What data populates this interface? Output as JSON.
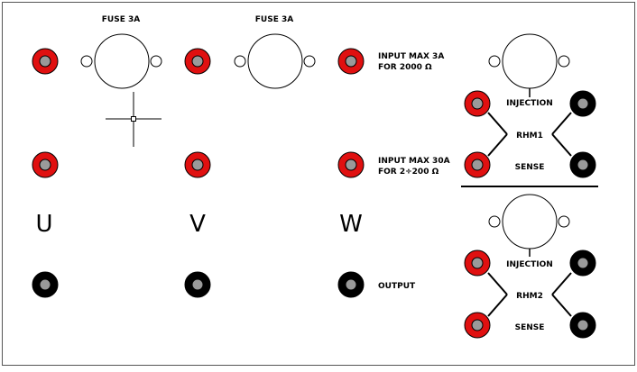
{
  "fuse_label_1": "FUSE 3A",
  "fuse_label_2": "FUSE 3A",
  "input_3a": {
    "line1": "INPUT MAX 3A",
    "line2": "FOR 2000 Ω"
  },
  "input_30a": {
    "line1": "INPUT MAX 30A",
    "line2": "FOR 2÷200 Ω"
  },
  "phases": {
    "u": "U",
    "v": "V",
    "w": "W"
  },
  "output_label": "OUTPUT",
  "rhm1": {
    "injection": "INJECTION",
    "name": "RHM1",
    "sense": "SENSE"
  },
  "rhm2": {
    "injection": "INJECTION",
    "name": "RHM2",
    "sense": "SENSE"
  },
  "colors": {
    "red_terminal": "#e01010",
    "black_terminal": "#000000",
    "terminal_center": "#9a9a9a",
    "outline": "#555555"
  }
}
